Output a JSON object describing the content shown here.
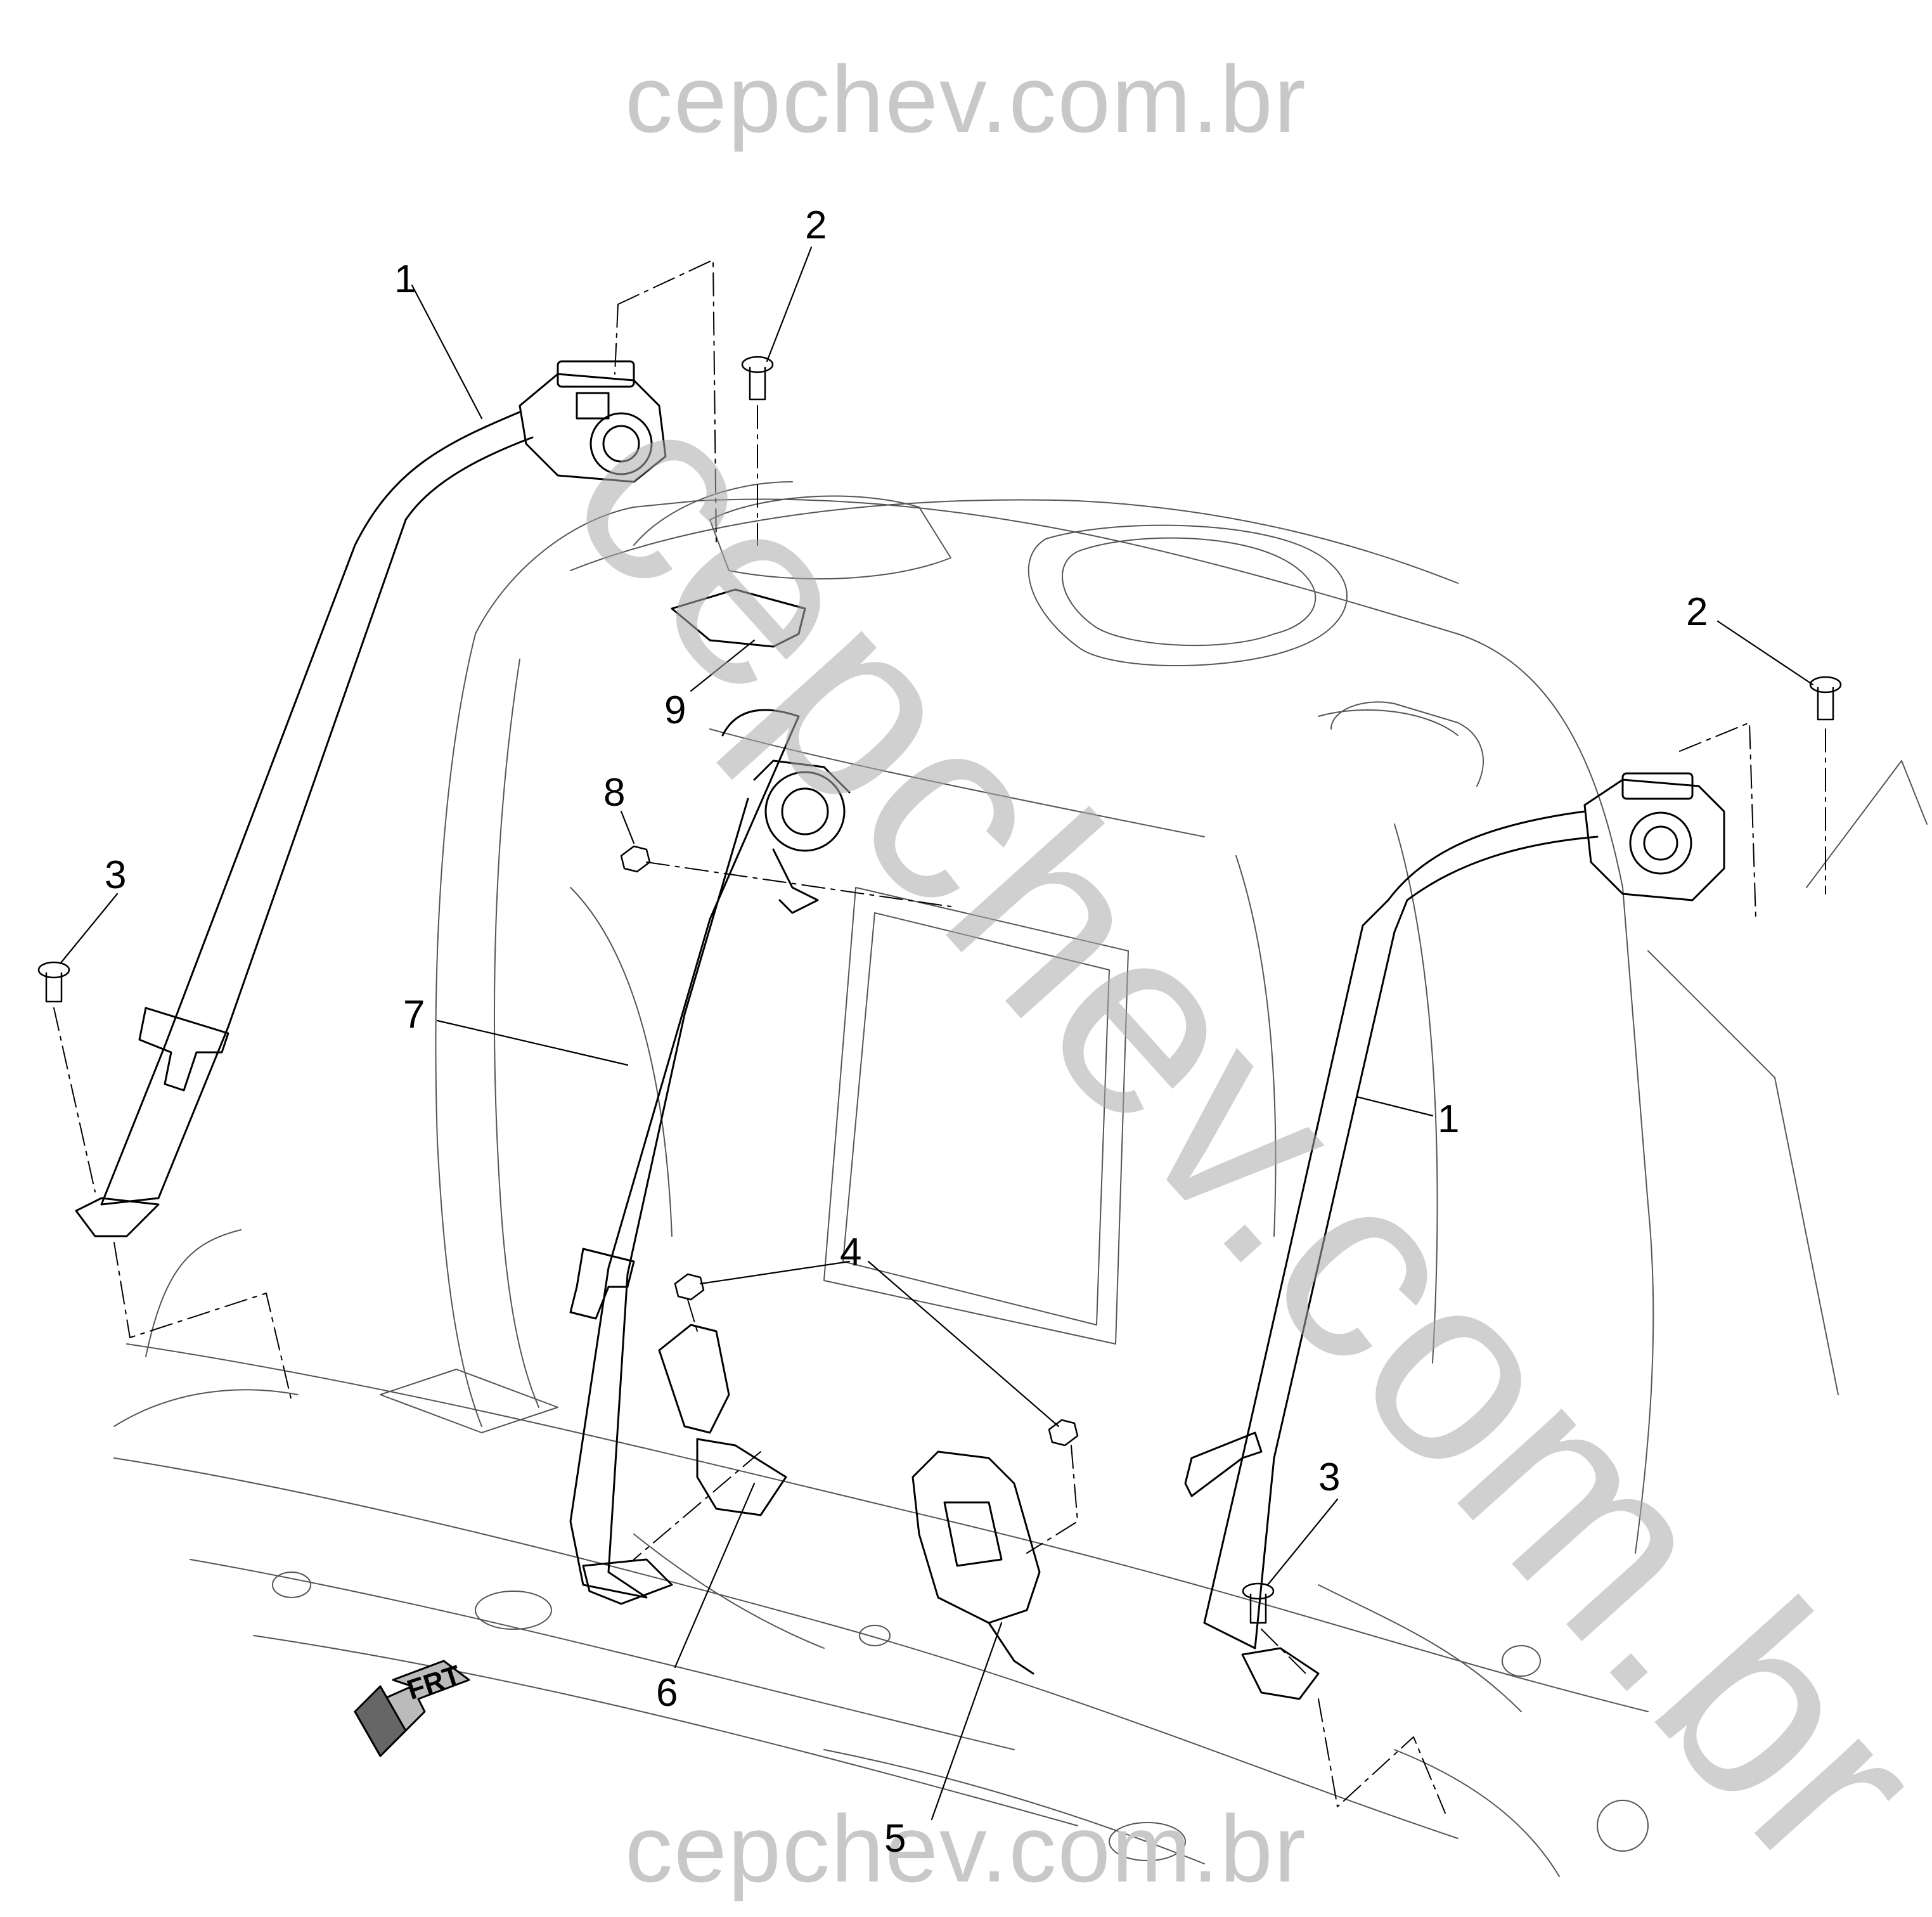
{
  "watermarks": {
    "top": "cepchev.com.br",
    "diagonal": "cepchev.com.br",
    "bottom": "cepchev.com.br"
  },
  "callouts": {
    "c1_left": "1",
    "c1_right": "1",
    "c2_left": "2",
    "c2_right": "2",
    "c3_left": "3",
    "c3_right": "3",
    "c4": "4",
    "c5": "5",
    "c6": "6",
    "c7": "7",
    "c8": "8",
    "c9": "9"
  },
  "orientation_arrow": {
    "label": "FRT"
  },
  "colors": {
    "line": "#000000",
    "watermark": "#c8c8c8",
    "background": "#ffffff"
  }
}
